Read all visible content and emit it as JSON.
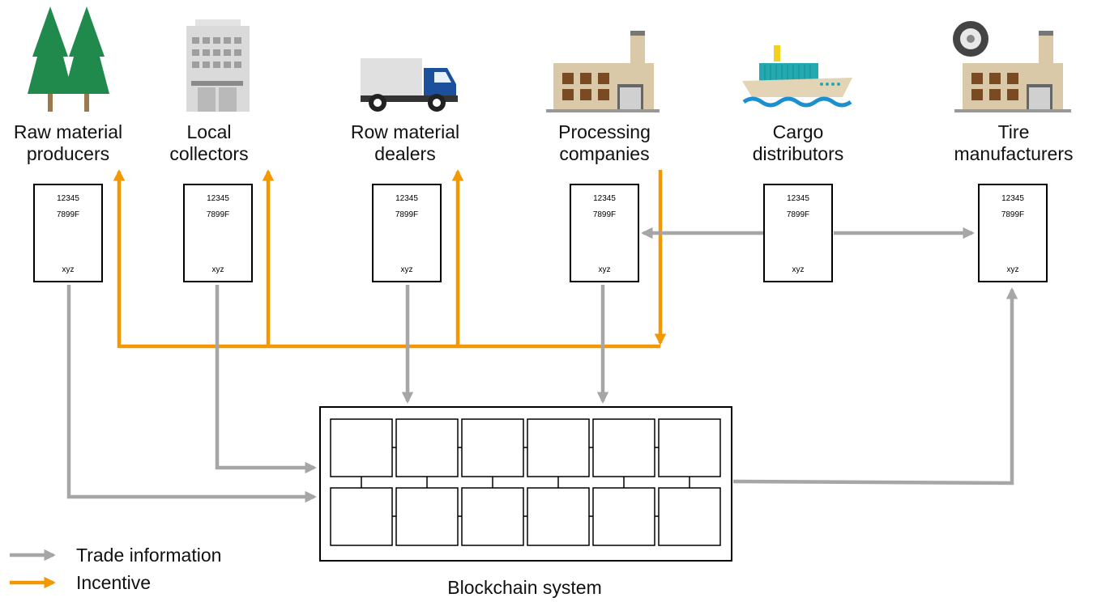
{
  "stages": [
    {
      "name_line1": "Raw material",
      "name_line2": "producers",
      "icon": "trees-icon",
      "card": {
        "line1": "12345",
        "line2": "7899F",
        "line3": "xyz"
      }
    },
    {
      "name_line1": "Local",
      "name_line2": "collectors",
      "icon": "office-building-icon",
      "card": {
        "line1": "12345",
        "line2": "7899F",
        "line3": "xyz"
      }
    },
    {
      "name_line1": "Row material",
      "name_line2": "dealers",
      "icon": "delivery-truck-icon",
      "card": {
        "line1": "12345",
        "line2": "7899F",
        "line3": "xyz"
      }
    },
    {
      "name_line1": "Processing",
      "name_line2": "companies",
      "icon": "factory-icon",
      "card": {
        "line1": "12345",
        "line2": "7899F",
        "line3": "xyz"
      }
    },
    {
      "name_line1": "Cargo",
      "name_line2": "distributors",
      "icon": "cargo-ship-icon",
      "card": {
        "line1": "12345",
        "line2": "7899F",
        "line3": "xyz"
      }
    },
    {
      "name_line1": "Tire",
      "name_line2": "manufacturers",
      "icon": "tire-factory-icon",
      "card": {
        "line1": "12345",
        "line2": "7899F",
        "line3": "xyz"
      }
    }
  ],
  "legend": {
    "trade_information": "Trade information",
    "incentive": "Incentive"
  },
  "system_label": "Blockchain system",
  "colors": {
    "trade_information": "#a6a6a6",
    "incentive": "#f39800",
    "tree": "#1f8a4c",
    "building": "#dadada",
    "truck_cab": "#1c4f9c",
    "factory_wall": "#d9c9a8",
    "factory_window": "#7a4a22",
    "ship_hull": "#e4d4b6",
    "ship_containers": "#23a9b0",
    "water": "#1b8fcf"
  }
}
